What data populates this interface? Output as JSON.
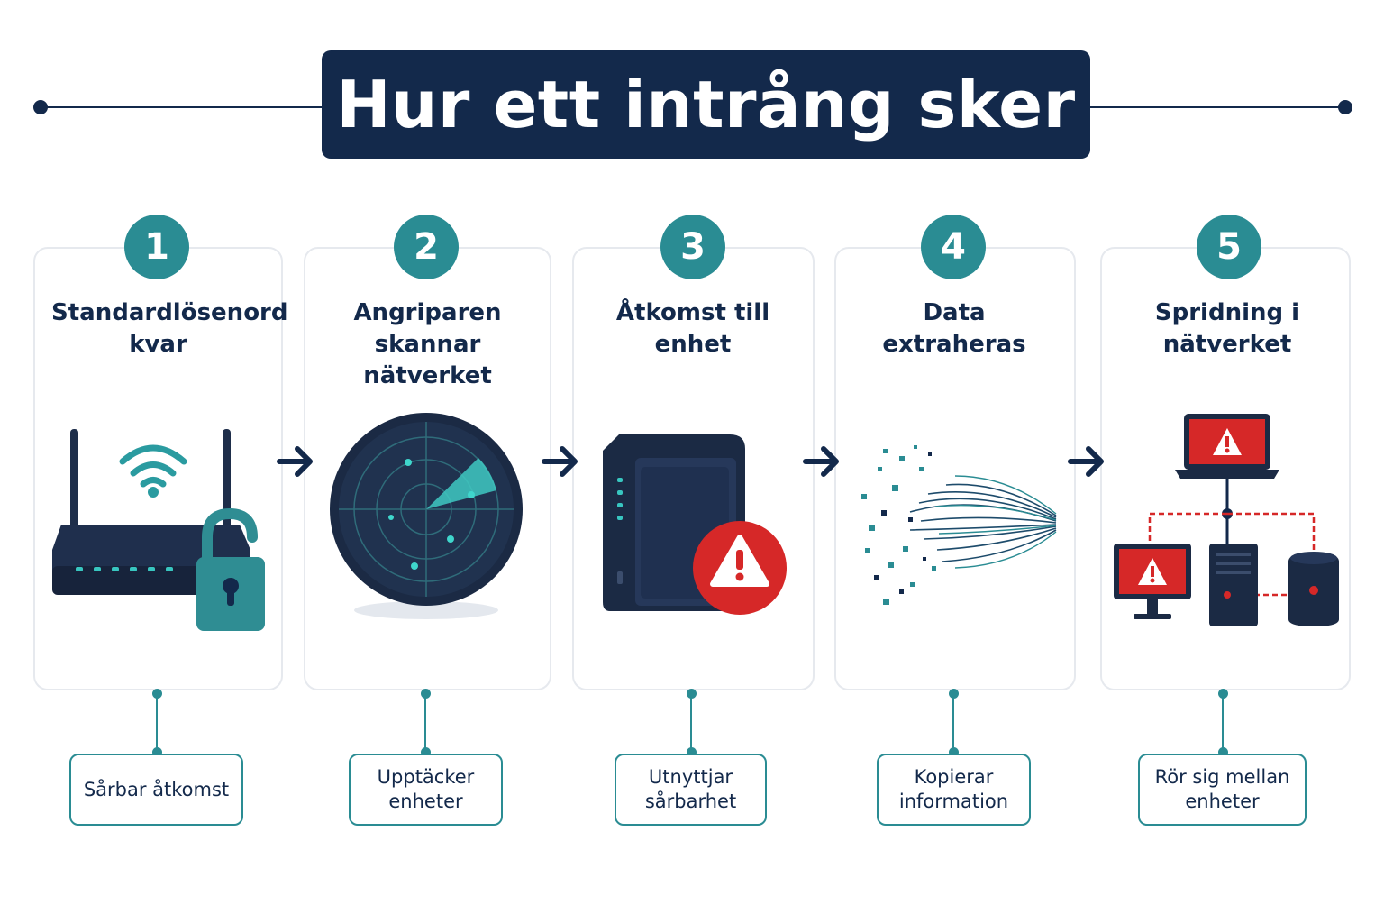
{
  "title": "Hur ett intrång sker",
  "steps": [
    {
      "number": "1",
      "title": "Standardlösenord kvar",
      "label": "Sårbar åtkomst"
    },
    {
      "number": "2",
      "title": "Angriparen skannar nätverket",
      "label": "Upptäcker enheter"
    },
    {
      "number": "3",
      "title": "Åtkomst till enhet",
      "label": "Utnyttjar sårbarhet"
    },
    {
      "number": "4",
      "title": "Data extraheras",
      "label": "Kopierar information"
    },
    {
      "number": "5",
      "title": "Spridning i nätverket",
      "label": "Rör sig mellan enheter"
    }
  ],
  "colors": {
    "navy": "#13294b",
    "teal": "#2a8c93",
    "alert": "#d62828",
    "card_border": "#e6e9ee"
  },
  "icons": [
    "router-icon",
    "wifi-icon",
    "open-padlock-icon",
    "radar-icon",
    "server-icon",
    "warning-icon",
    "data-stream-icon",
    "laptop-icon",
    "desktop-icon",
    "tower-icon",
    "smart-speaker-icon",
    "arrow-right-icon"
  ]
}
